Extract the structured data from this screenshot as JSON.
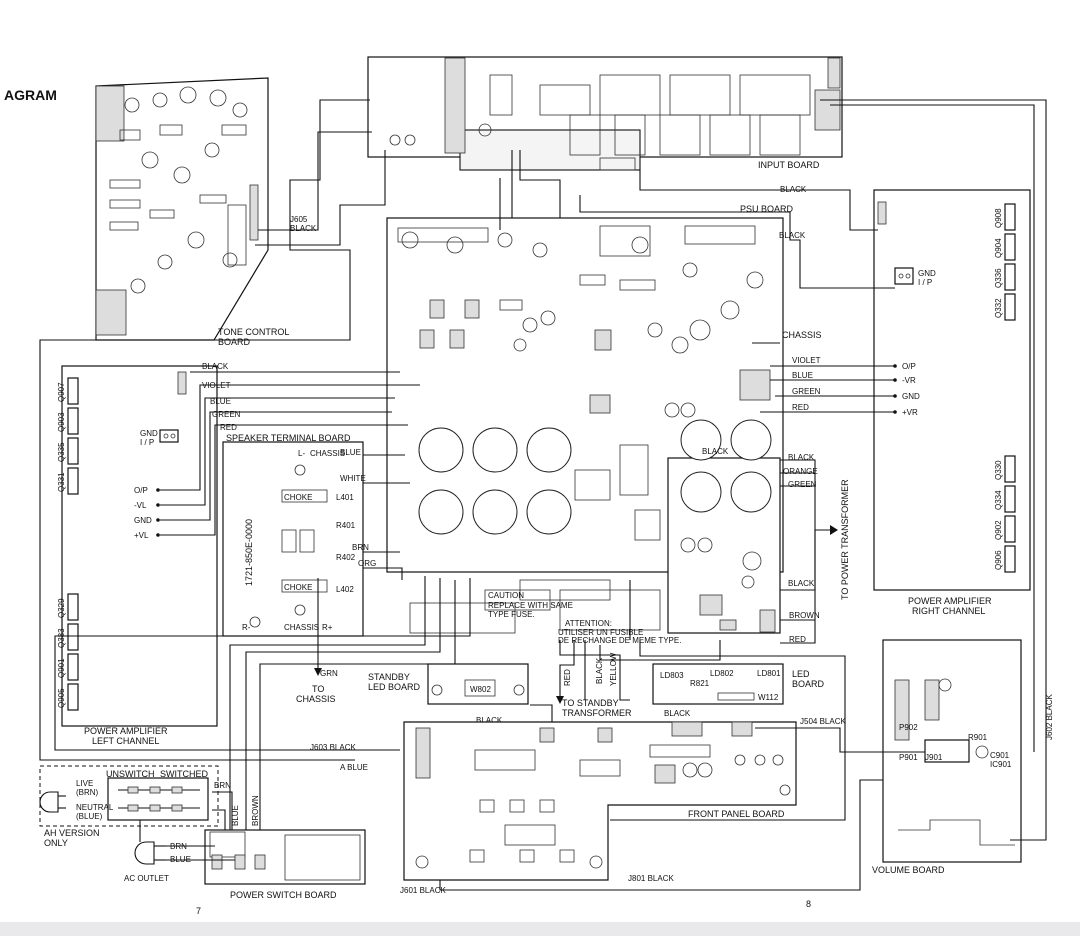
{
  "page": {
    "heading_fragment": "AGRAM",
    "page_left": "7",
    "page_right": "8"
  },
  "boards": {
    "input": "INPUT BOARD",
    "psu": "PSU BOARD",
    "tone_line1": "TONE CONTROL",
    "tone_line2": "BOARD",
    "speaker": "SPEAKER TERMINAL BOARD",
    "pa_left_line1": "POWER AMPLIFIER",
    "pa_left_line2": "LEFT CHANNEL",
    "pa_right_line1": "POWER AMPLIFIER",
    "pa_right_line2": "RIGHT CHANNEL",
    "standby_line1": "STANDBY",
    "standby_line2": "LED BOARD",
    "led_line1": "LED",
    "led_line2": "BOARD",
    "front_panel": "FRONT PANEL BOARD",
    "volume": "VOLUME BOARD",
    "power_switch": "POWER SWITCH BOARD"
  },
  "connectors": {
    "j605": "J605",
    "j605_color": "BLACK",
    "j603": "J603 BLACK",
    "j601": "J601 BLACK",
    "j801": "J801 BLACK",
    "j602": "J602 BLACK",
    "j504": "J504 BLACK",
    "w802": "W802",
    "w802_color": "BLACK",
    "a_blue": "A BLUE"
  },
  "wires": {
    "black": "BLACK",
    "violet": "VIOLET",
    "blue": "BLUE",
    "green": "GREEN",
    "red": "RED",
    "white": "WHITE",
    "brn": "BRN",
    "org": "ORG",
    "grn": "GRN",
    "orange": "ORANGE",
    "brown": "BROWN",
    "yellow": "YELLOW"
  },
  "terminals": {
    "gnd": "GND",
    "ip": "I / P",
    "op": "O/P",
    "neg_vr": "-VR",
    "pos_vr": "+VR",
    "neg_vl": "-VL",
    "pos_vl": "+VL",
    "chassis": "CHASSIS"
  },
  "transistors_left": [
    "Q907",
    "Q903",
    "Q335",
    "Q331",
    "Q329",
    "Q333",
    "Q901",
    "Q905"
  ],
  "transistors_right": [
    "Q908",
    "Q904",
    "Q336",
    "Q332",
    "Q330",
    "Q334",
    "Q902",
    "Q906"
  ],
  "speaker_parts": {
    "part_no": "1721-850E-0000",
    "choke": "CHOKE",
    "chassis": "CHASSIS",
    "r_minus": "R-",
    "r_plus": "R+",
    "l_minus": "L-",
    "l401": "L401",
    "l402": "L402",
    "r401": "R401",
    "r402": "R402"
  },
  "psu_texts": {
    "caution": "CAUTION",
    "replace": "REPLACE WITH SAME",
    "type_fuse": "TYPE FUSE.",
    "attention": "ATTENTION:",
    "utiliser": "UTILISER UN FUSIBLE",
    "rechange": "DE RECHANGE DE MEME TYPE."
  },
  "led_parts": [
    "LD803",
    "LD802",
    "LD801",
    "R821",
    "W112"
  ],
  "destinations": {
    "to_power_transformer": "TO POWER TRANSFORMER",
    "to_chassis_1": "TO",
    "to_chassis_2": "CHASSIS",
    "to_standby_1": "TO STANDBY",
    "to_standby_2": "TRANSFORMER"
  },
  "mains": {
    "unswitch": "UNSWITCH",
    "switched": "SWITCHED",
    "live": "LIVE",
    "live_color": "(BRN)",
    "neutral": "NEUTRAL",
    "neutral_color": "(BLUE)",
    "ah_line1": "AH VERSION",
    "ah_line2": "ONLY",
    "ac_outlet": "AC OUTLET",
    "brn": "BRN",
    "blue": "BLUE"
  },
  "volume_parts": [
    "R901",
    "J901",
    "C901",
    "IC901",
    "P902",
    "P901"
  ],
  "colors": {
    "ink": "#111111",
    "paper": "#ffffff",
    "footer": "#e9e9ec"
  }
}
